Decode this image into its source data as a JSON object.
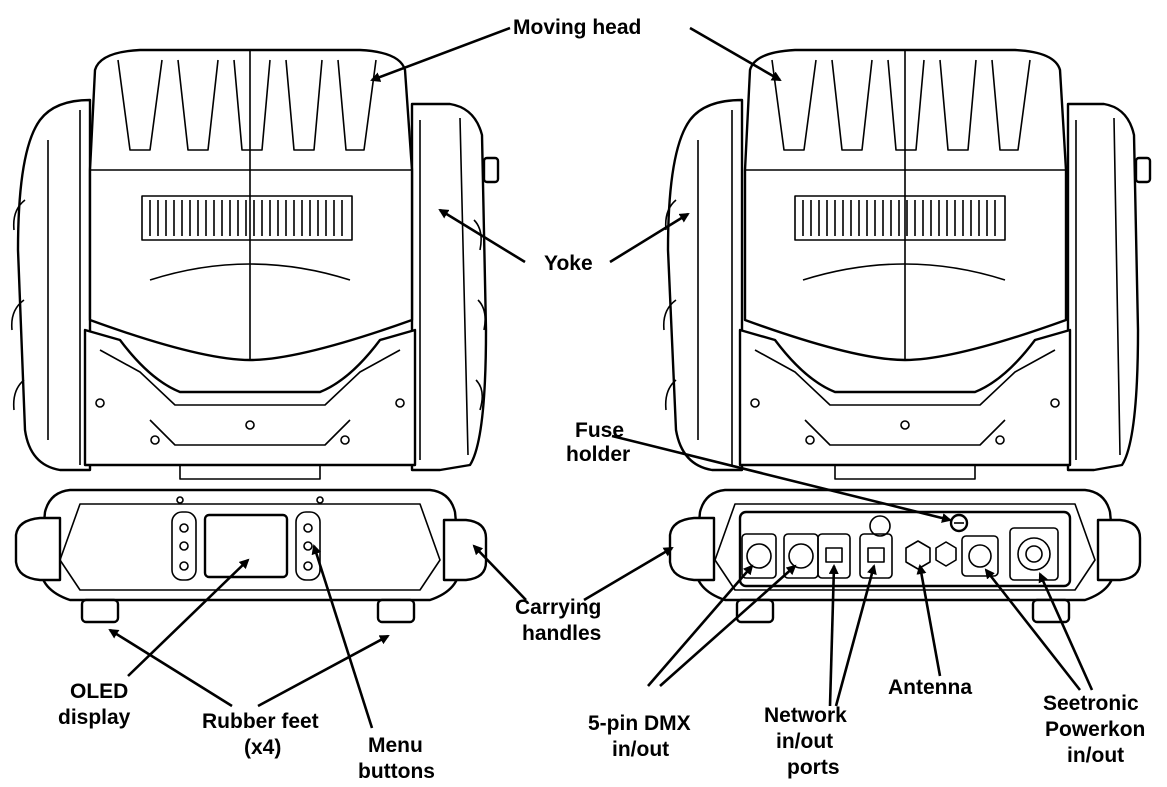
{
  "labels": {
    "moving_head": "Moving head",
    "yoke": "Yoke",
    "fuse_holder_1": "Fuse",
    "fuse_holder_2": "holder",
    "carrying_handles_1": "Carrying",
    "carrying_handles_2": "handles",
    "oled_display_1": "OLED",
    "oled_display_2": "display",
    "rubber_feet_1": "Rubber feet",
    "rubber_feet_2": "(x4)",
    "menu_buttons_1": "Menu",
    "menu_buttons_2": "buttons",
    "dmx_1": "5-pin DMX",
    "dmx_2": "in/out",
    "network_1": "Network",
    "network_2": "in/out",
    "network_3": "ports",
    "antenna": "Antenna",
    "powerkon_1": "Seetronic",
    "powerkon_2": "Powerkon",
    "powerkon_3": "in/out"
  }
}
